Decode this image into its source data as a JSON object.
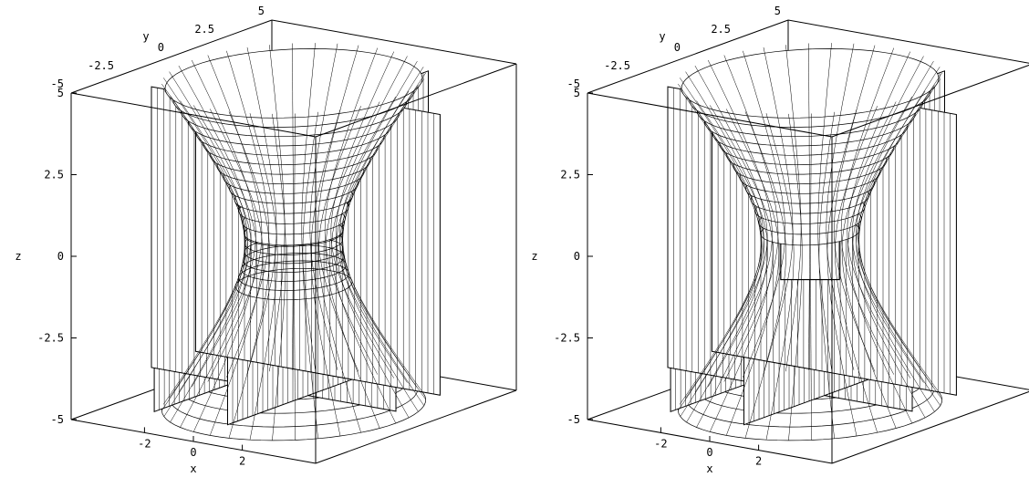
{
  "chart_data": [
    {
      "type": "surface3d",
      "panel": "left",
      "surface": "hyperboloid of one sheet x^2 + y^2 - z^2/4 = 1 with intersecting vertical planes",
      "hole_in_waist": false,
      "xlabel": "x",
      "ylabel": "y",
      "zlabel": "z",
      "xlim": [
        -5,
        5
      ],
      "ylim": [
        -5,
        5
      ],
      "zlim": [
        -5,
        5
      ],
      "x_ticks": [
        "-2",
        "0",
        "2"
      ],
      "y_ticks": [
        "-5",
        "-2.5",
        "0",
        "2.5",
        "5"
      ],
      "z_ticks": [
        "-5",
        "-2.5",
        "0",
        "2.5",
        "5"
      ],
      "mesh": "on",
      "boxed": true
    },
    {
      "type": "surface3d",
      "panel": "right",
      "surface": "hyperboloid of one sheet with vertical planes, square cut-out at the waist",
      "hole_in_waist": true,
      "xlabel": "x",
      "ylabel": "y",
      "zlabel": "z",
      "xlim": [
        -5,
        5
      ],
      "ylim": [
        -5,
        5
      ],
      "zlim": [
        -5,
        5
      ],
      "x_ticks": [
        "-2",
        "0",
        "2"
      ],
      "y_ticks": [
        "-5",
        "-2.5",
        "0",
        "2.5",
        "5"
      ],
      "z_ticks": [
        "-5",
        "-2.5",
        "0",
        "2.5",
        "5"
      ],
      "mesh": "on",
      "boxed": true
    }
  ],
  "colors": {
    "line": "#000000",
    "background": "#ffffff",
    "fill": "#ffffff"
  }
}
